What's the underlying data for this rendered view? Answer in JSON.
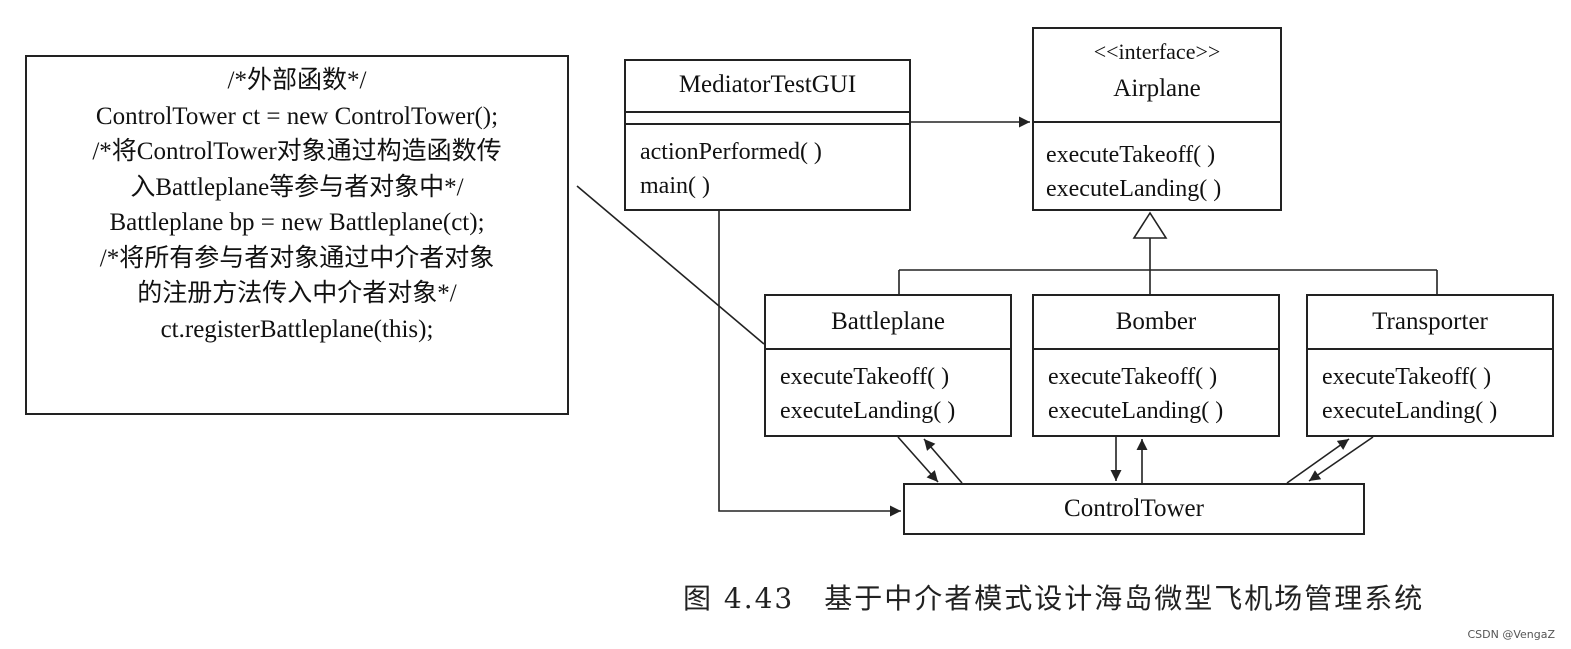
{
  "note": {
    "lines": [
      "/*外部函数*/",
      "ControlTower ct = new ControlTower();",
      "/*将ControlTower对象通过构造函数传",
      "入Battleplane等参与者对象中*/",
      "Battleplane bp = new Battleplane(ct);",
      "/*将所有参与者对象通过中介者对象",
      "的注册方法传入中介者对象*/",
      "ct.registerBattleplane(this);"
    ]
  },
  "classes": {
    "mediator": {
      "name": "MediatorTestGUI",
      "operations": [
        "actionPerformed( )",
        "main( )"
      ]
    },
    "airplane": {
      "stereotype": "<<interface>>",
      "name": "Airplane",
      "operations": [
        "executeTakeoff( )",
        "executeLanding( )"
      ]
    },
    "battleplane": {
      "name": "Battleplane",
      "operations": [
        "executeTakeoff( )",
        "executeLanding( )"
      ]
    },
    "bomber": {
      "name": "Bomber",
      "operations": [
        "executeTakeoff( )",
        "executeLanding( )"
      ]
    },
    "transporter": {
      "name": "Transporter",
      "operations": [
        "executeTakeoff( )",
        "executeLanding( )"
      ]
    },
    "controltower": {
      "name": "ControlTower"
    }
  },
  "caption": {
    "number": "图 4.43",
    "text": "基于中介者模式设计海岛微型飞机场管理系统"
  },
  "watermark": "CSDN @VengaZ"
}
